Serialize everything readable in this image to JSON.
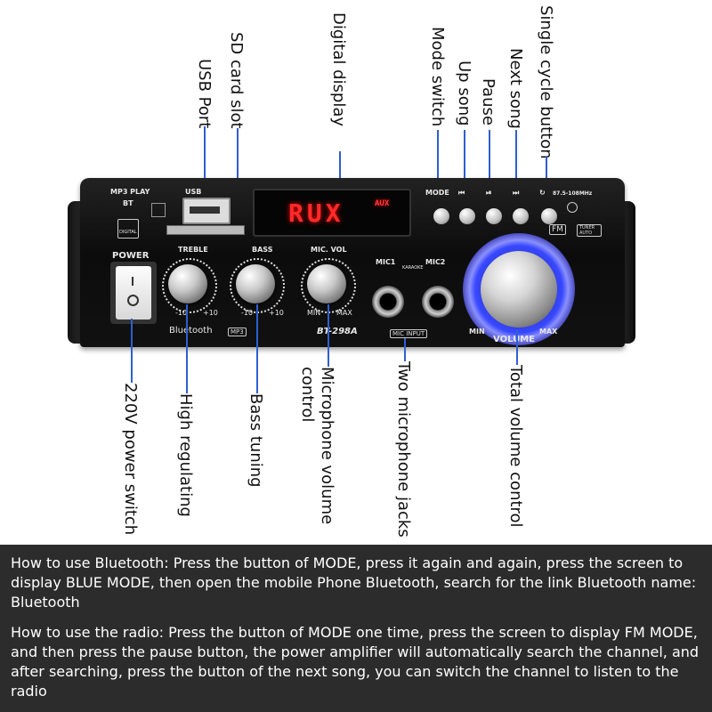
{
  "callouts_top": {
    "usb_port": "USB Port",
    "sd_card_slot": "SD card slot",
    "digital_display": "Digital display",
    "mode_switch": "Mode switch",
    "up_song": "Up song",
    "pause": "Pause",
    "next_song": "Next song",
    "single_cycle_button": "Single cycle button"
  },
  "callouts_bottom": {
    "power_switch": "220V power switch",
    "high_regulating": "High regulating",
    "bass_tuning": "Bass tuning",
    "mic_volume_control": "Microphone volume control",
    "two_mic_jacks": "Two microphone jacks",
    "total_volume_control": "Total volume control"
  },
  "panel": {
    "mp3_play": "MP3 PLAY",
    "bt": "BT",
    "digital": "DIGITAL",
    "usb": "USB",
    "power": "POWER",
    "display_text": "RUX",
    "display_aux": "AUX",
    "mode": "MODE",
    "band": "87.5-108MHz",
    "fm": "FM",
    "tuner_auto": "TUNER AUTO",
    "treble": "TREBLE",
    "bass": "BASS",
    "mic_vol": "MIC. VOL",
    "minus10": "-10",
    "plus10": "+10",
    "min": "MIN",
    "max": "MAX",
    "mic1": "MIC1",
    "mic2": "MIC2",
    "karaoke": "KARAOKE",
    "mic_input": "MIC INPUT",
    "bluetooth": "Bluetooth",
    "mp3": "MP3",
    "model": "BT-298A",
    "volume": "VOLUME",
    "vol_min": "MIN",
    "vol_max": "MAX"
  },
  "instructions": {
    "bluetooth": "How to use Bluetooth: Press the button of MODE, press it again and again, press the screen to display BLUE MODE, then open the mobile Phone Bluetooth, search for the link Bluetooth name: Bluetooth",
    "radio": "How to use the radio: Press the button of MODE one time, press the screen to display FM MODE, and then press the pause button, the power amplifier will automatically search the channel, and after searching, press the button of the next song, you can switch the channel to listen to the radio"
  },
  "colors": {
    "leader_line": "#2f5fd0",
    "display_red": "#ff2a2a",
    "volume_glow": "#3848ff",
    "info_bg": "#2c2c2c"
  }
}
